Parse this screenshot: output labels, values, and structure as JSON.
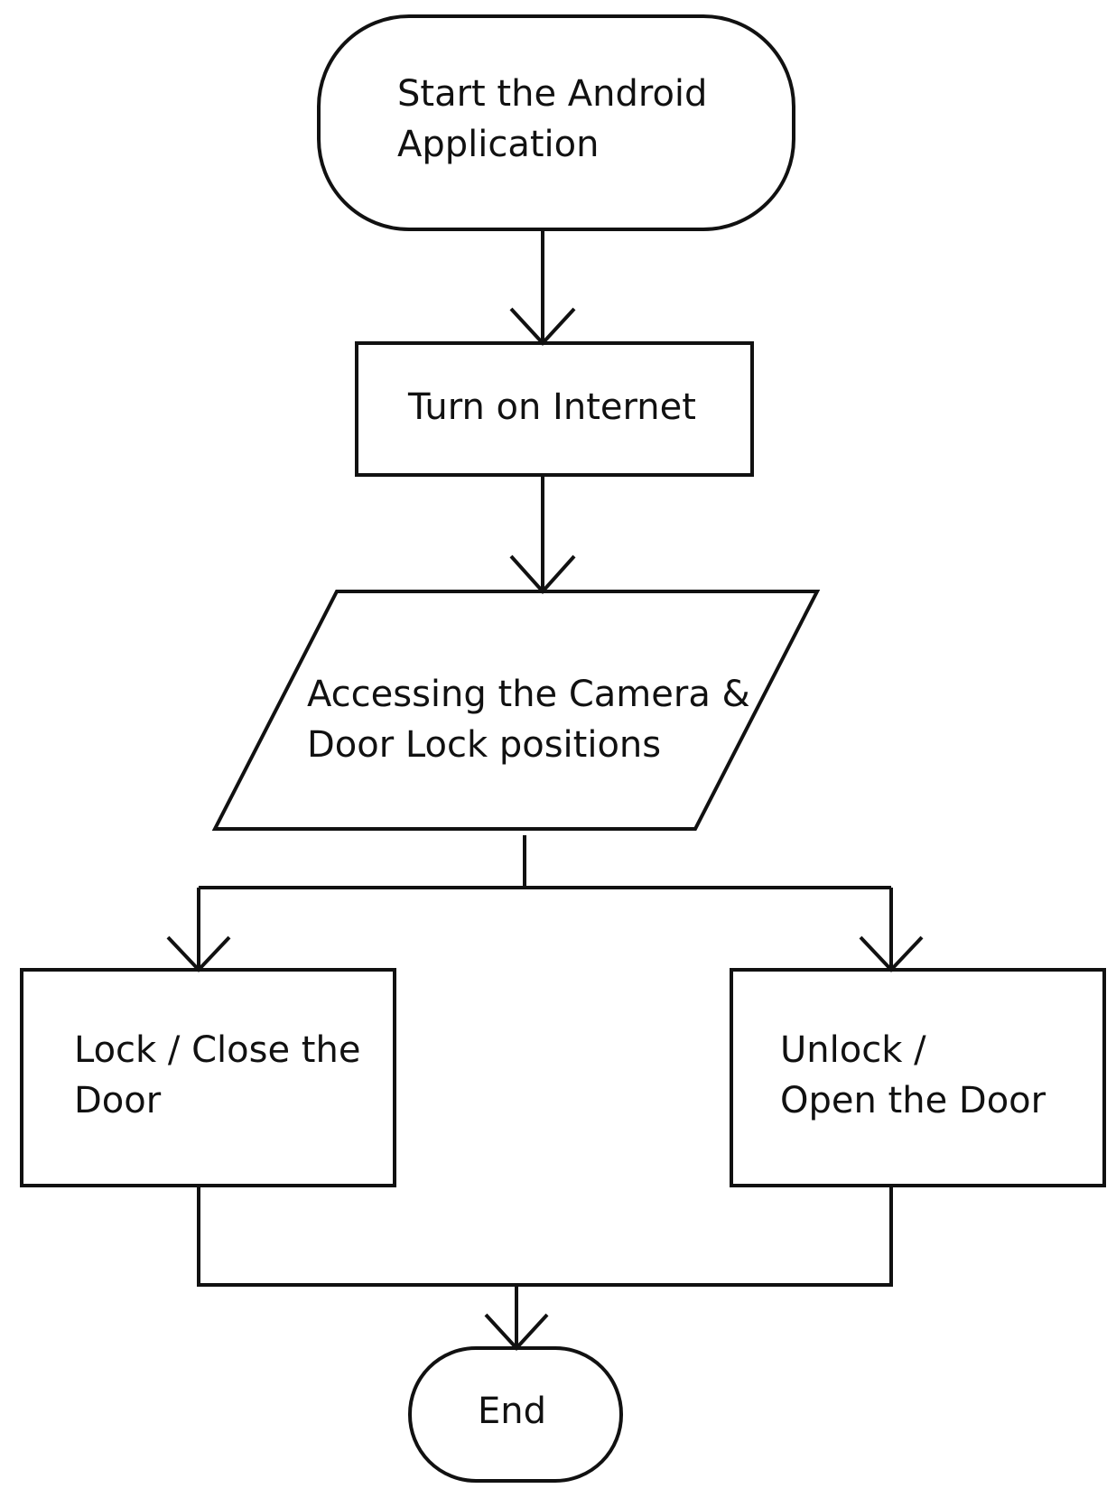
{
  "flowchart": {
    "start": {
      "line1": "Start the Android",
      "line2": "Application"
    },
    "internet": {
      "label": "Turn on Internet"
    },
    "access": {
      "line1": "Accessing  the Camera &",
      "line2": "Door Lock positions"
    },
    "lock": {
      "line1": "Lock / Close the",
      "line2": "Door"
    },
    "unlock": {
      "line1": "Unlock /",
      "line2": "Open the Door"
    },
    "end": {
      "label": "End"
    }
  },
  "colors": {
    "stroke": "#111111",
    "background": "#ffffff",
    "text": "#111111"
  }
}
